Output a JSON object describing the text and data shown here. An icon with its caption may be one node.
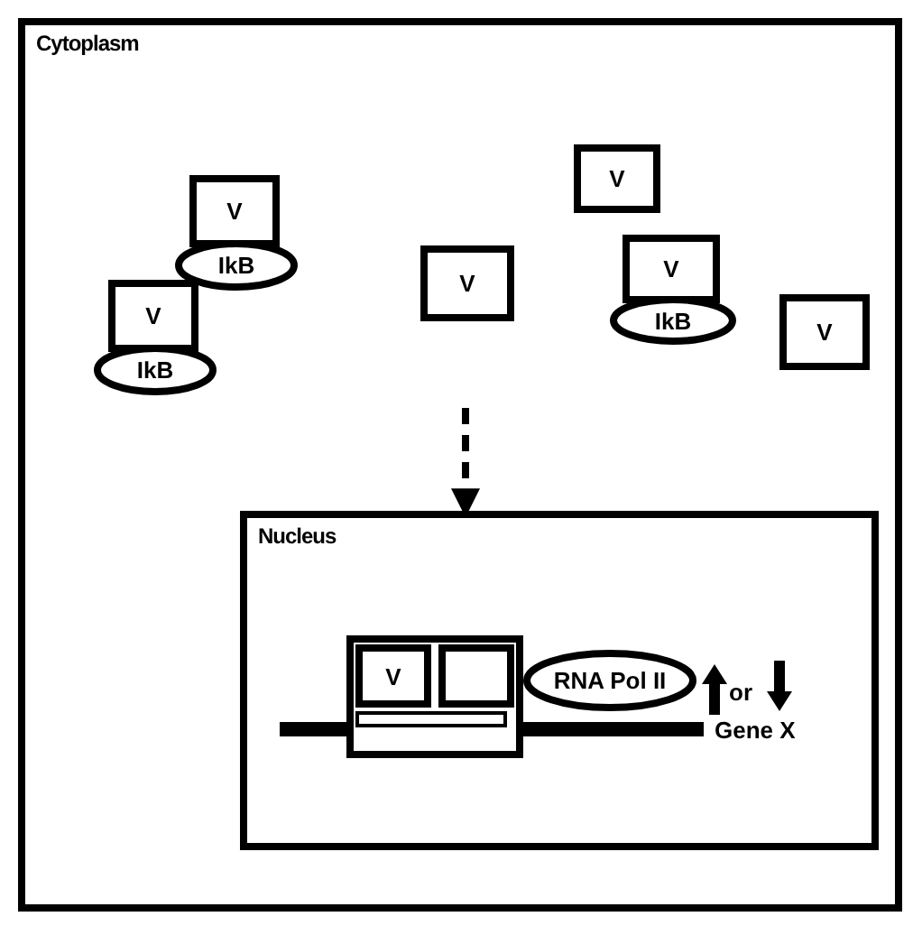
{
  "diagram": {
    "nodes": [
      {
        "text": [
          "Cytoplasm"
        ]
      },
      {
        "text": [
          "V"
        ],
        "in": 0
      },
      {
        "text": [
          "IkB"
        ],
        "in": 0
      },
      {
        "text": [
          "V"
        ],
        "in": 0
      },
      {
        "text": [
          "V"
        ],
        "in": 0
      },
      {
        "text": [
          "IkB"
        ],
        "in": 0
      },
      {
        "text": [
          "V"
        ],
        "in": 0
      },
      {
        "text": [
          "V"
        ],
        "in": 0
      },
      {
        "text": [
          "IkB"
        ],
        "in": 0
      },
      {
        "text": [
          "V"
        ],
        "in": 0
      },
      {
        "text": [
          "Nucleus"
        ],
        "in": 0
      },
      {
        "text": [],
        "shape": "box",
        "in": 10
      },
      {
        "text": [
          "V"
        ],
        "in": 11
      },
      {
        "text": [],
        "shape": "box",
        "in": 11
      },
      {
        "text": [
          "RNA Pol II"
        ],
        "in": 10
      }
    ],
    "edges": [
      {
        "from": null,
        "to": 10,
        "arrow": "to",
        "style": "dashed"
      }
    ],
    "labels": [
      "or",
      "Gene X"
    ]
  }
}
